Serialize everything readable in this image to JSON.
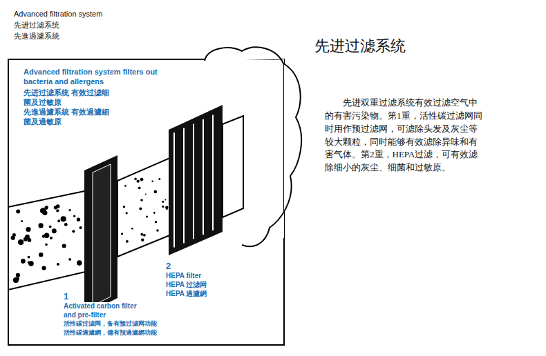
{
  "diagram": {
    "title": "先进过滤系统",
    "labels": [
      "Advanced filtration system",
      "先进过滤系统",
      "先進過濾系統",
      "Advanced filtration system filters out bacteria and allergens",
      "先进过滤系统 有效过滤细菌及过敏原",
      "先進過濾系統 有效過濾細菌及過敏原",
      "1",
      "Activated carbon filter and pre-filter",
      "活性碳过滤网，备有预过滤网功能",
      "活性碳過濾網，備有預過濾網功能",
      "2",
      "HEPA filter",
      "HEPA 过滤网",
      "HEPA 過濾網",
      "先进双重过滤系统有效过滤空气中的有害污染物。第1重，活性碳过滤网同时用作预过滤网，可滤除头发及灰尘等较大颗粒，同时能够有效滤除异味和有害气体。第2重，HEPA过滤，可有效滤除细小的灰尘、细菌和过敏原。"
    ]
  }
}
